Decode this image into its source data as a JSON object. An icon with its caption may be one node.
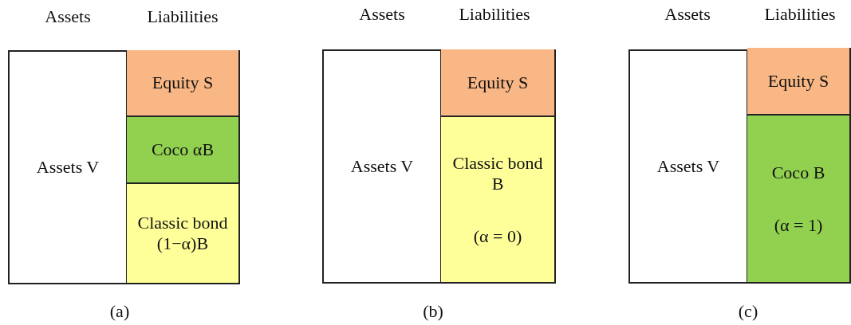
{
  "diagram": {
    "nodes": [
      {
        "text": [
          "Assets V"
        ]
      },
      {
        "text": [
          "Equity S"
        ]
      },
      {
        "text": [
          "Coco αB"
        ]
      },
      {
        "text": [
          "Classic bond (1−α)B"
        ]
      },
      {
        "text": [
          "Assets V"
        ]
      },
      {
        "text": [
          "Equity S"
        ]
      },
      {
        "text": [
          "Classic bond B",
          "(α = 0)"
        ]
      },
      {
        "text": [
          "Assets V"
        ]
      },
      {
        "text": [
          "Equity S"
        ]
      },
      {
        "text": [
          "Coco B",
          "(α = 1)"
        ]
      }
    ],
    "labels": [
      "Assets",
      "Liabilities",
      "Assets",
      "Liabilities",
      "Assets",
      "Liabilities",
      "(a)",
      "(b)",
      "(c)"
    ]
  }
}
